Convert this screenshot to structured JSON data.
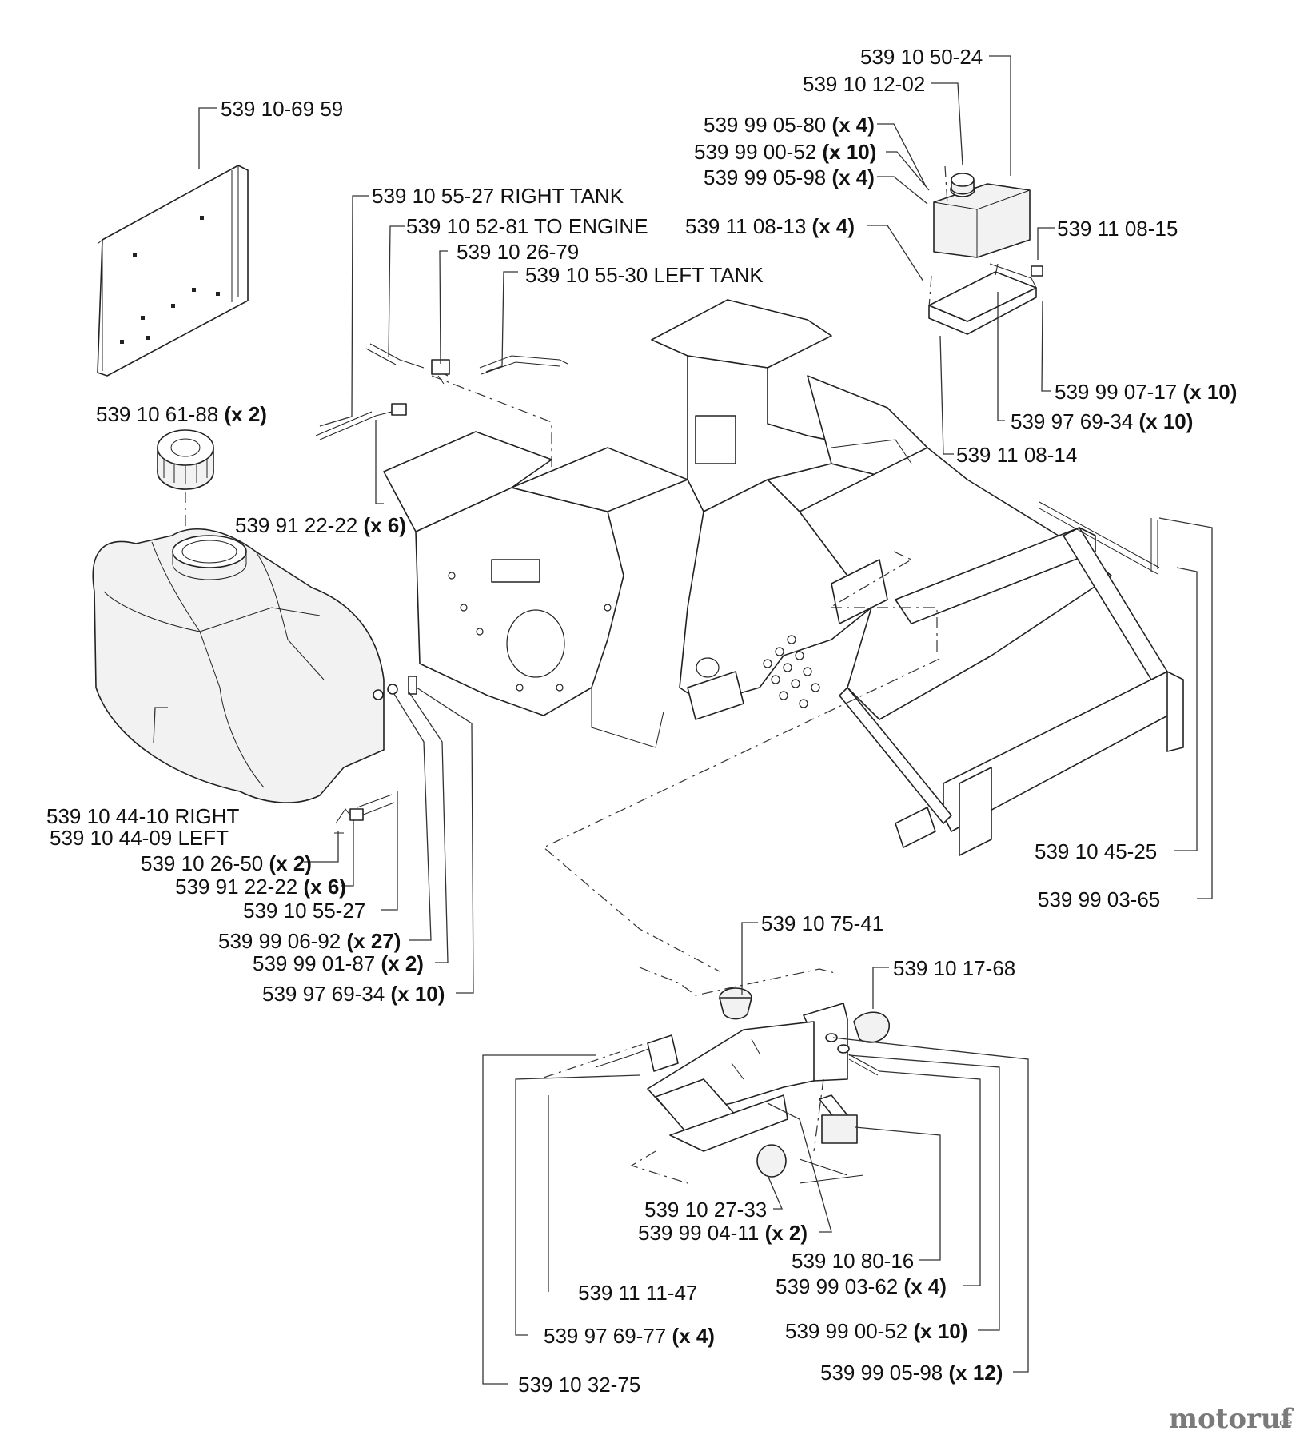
{
  "watermark": {
    "brand": "motoruf",
    "suffix": ".de"
  },
  "labels": {
    "l1": {
      "part": "539 10-69 59",
      "qty": ""
    },
    "l2": {
      "part": "539 10 55-27 RIGHT TANK",
      "qty": ""
    },
    "l3": {
      "part": "539 10 52-81 TO ENGINE",
      "qty": ""
    },
    "l4": {
      "part": "539 10 26-79",
      "qty": ""
    },
    "l5": {
      "part": "539 10 55-30 LEFT TANK",
      "qty": ""
    },
    "l6": {
      "part": "539 10 61-88",
      "qty": "(x 2)"
    },
    "l7": {
      "part": "539 91 22-22",
      "qty": "(x 6)"
    },
    "l8": {
      "part": "539 10 50-24",
      "qty": ""
    },
    "l9": {
      "part": "539 10 12-02",
      "qty": ""
    },
    "l10": {
      "part": "539 99 05-80 ",
      "qty": "(x 4)"
    },
    "l11": {
      "part": "539 99 00-52",
      "qty": "(x 10)"
    },
    "l12": {
      "part": "539 99 05-98 ",
      "qty": "(x 4)"
    },
    "l13": {
      "part": "539 11 08-13 ",
      "qty": "(x 4)"
    },
    "l14": {
      "part": "539 11 08-15",
      "qty": ""
    },
    "l15": {
      "part": "539 99 07-17",
      "qty": "(x 10)"
    },
    "l16": {
      "part": "539 97 69-34",
      "qty": "(x 10)"
    },
    "l17": {
      "part": "539 11 08-14",
      "qty": ""
    },
    "l18": {
      "part": "539 10 44-10 RIGHT",
      "qty": ""
    },
    "l19": {
      "part": "539 10 44-09 LEFT",
      "qty": ""
    },
    "l20": {
      "part": "539 10 26-50",
      "qty": "(x 2)"
    },
    "l21": {
      "part": "539 91 22-22",
      "qty": "(x 6)"
    },
    "l22": {
      "part": "539 10 55-27",
      "qty": ""
    },
    "l23": {
      "part": "539 99 06-92",
      "qty": "(x 27)"
    },
    "l24": {
      "part": "539 99 01-87",
      "qty": "(x 2)"
    },
    "l25": {
      "part": "539 97 69-34",
      "qty": "(x 10)"
    },
    "l26": {
      "part": "539 10 45-25",
      "qty": ""
    },
    "l27": {
      "part": "539 99 03-65",
      "qty": ""
    },
    "l28": {
      "part": "539 10 75-41",
      "qty": ""
    },
    "l29": {
      "part": "539 10 17-68",
      "qty": ""
    },
    "l30": {
      "part": "539 10 27-33",
      "qty": ""
    },
    "l31": {
      "part": "539 99 04-11",
      "qty": "(x 2)"
    },
    "l32": {
      "part": "539 10 80-16",
      "qty": ""
    },
    "l33": {
      "part": "539 99 03-62 ",
      "qty": "(x 4)"
    },
    "l34": {
      "part": "539 11 11-47",
      "qty": ""
    },
    "l35": {
      "part": "539 97 69-77",
      "qty": "(x 4)"
    },
    "l36": {
      "part": "539 99 00-52",
      "qty": "(x 10)"
    },
    "l37": {
      "part": "539 99 05-98",
      "qty": "(x 12)"
    },
    "l38": {
      "part": "539 10 32-75",
      "qty": ""
    }
  }
}
